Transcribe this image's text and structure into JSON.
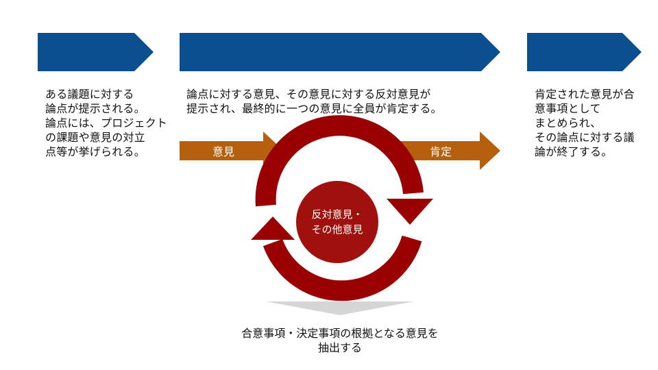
{
  "colors": {
    "header_blue": "#0b4f8e",
    "arrow_orange": "#b5600c",
    "cycle_red": "#9b0000",
    "circle_red": "#a0100c",
    "funnel_gray": "#d6d6d6"
  },
  "stages": {
    "proposal": {
      "title": "問題提起",
      "text": "ある議題に対する\n論点が提示される。\n論点には、プロジェクト\nの課題や意見の対立\n点等が挙げられる。"
    },
    "exchange": {
      "title": "意見の応酬",
      "text": "論点に対する意見、その意見に対する反対意見が\n提示され、最終的に一つの意見に全員が肯定する。"
    },
    "agreement": {
      "title": "合意",
      "text": "肯定された意見が合\n意事項として\nまとめられ、\nその論点に対する議\n論が終了する。"
    }
  },
  "cycle": {
    "input_label": "意見",
    "output_label": "肯定",
    "center_label": "反対意見・\nその他意見"
  },
  "caption": "合意事項・決定事項の根拠となる意見を\n抽出する"
}
